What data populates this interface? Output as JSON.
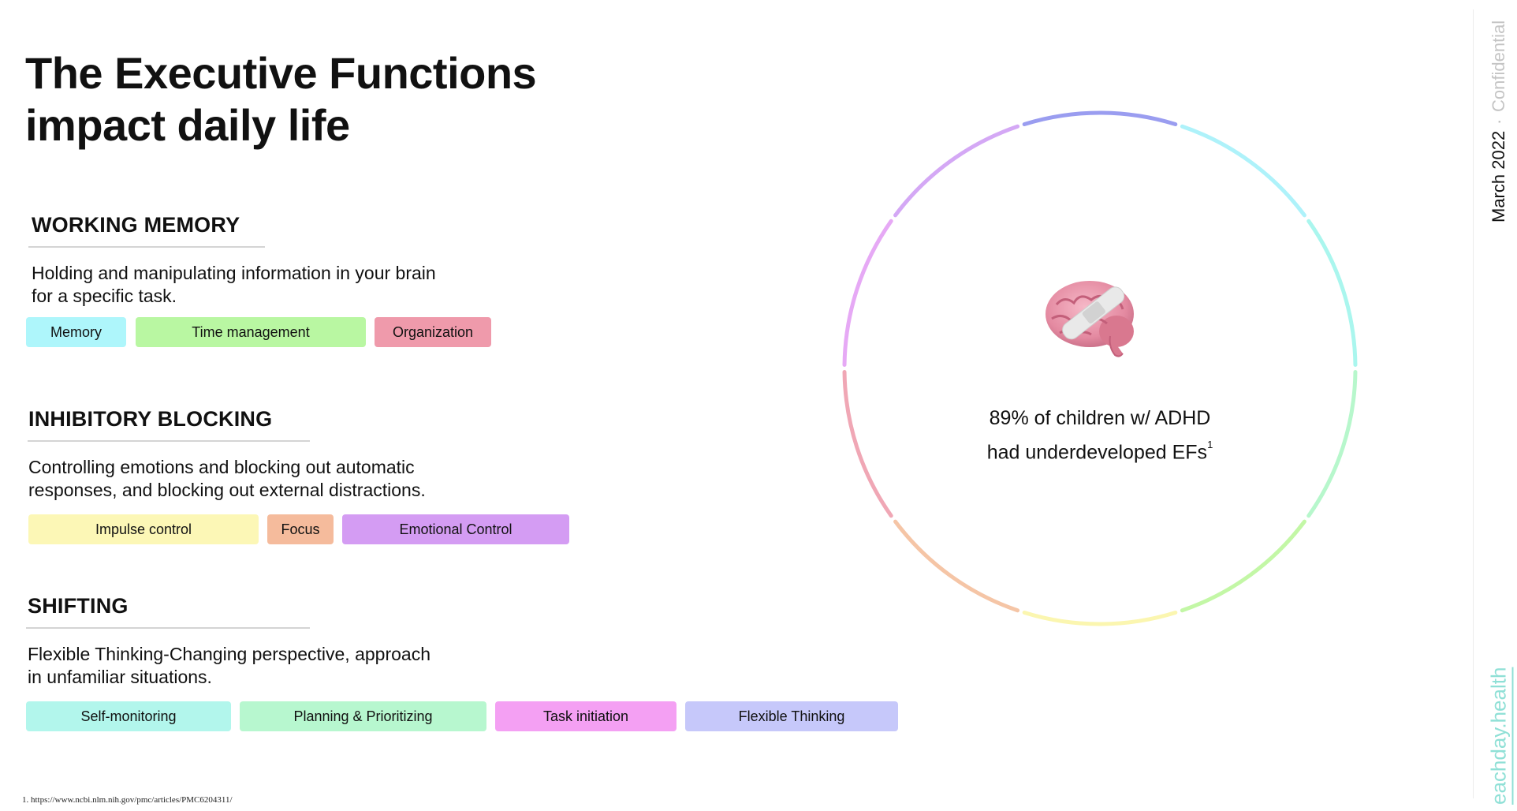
{
  "title": {
    "line1": "The Executive Functions",
    "line2": "impact daily life"
  },
  "sections": {
    "working_memory": {
      "heading": "WORKING MEMORY",
      "desc_line1": "Holding and manipulating information in your brain",
      "desc_line2": "for a specific task.",
      "tags": [
        "Memory",
        "Time management",
        "Organization"
      ]
    },
    "inhibitory_blocking": {
      "heading": "INHIBITORY BLOCKING",
      "desc_line1": "Controlling emotions and blocking out automatic",
      "desc_line2": "responses, and blocking out external distractions.",
      "tags": [
        "Impulse control",
        "Focus",
        "Emotional Control"
      ]
    },
    "shifting": {
      "heading": "SHIFTING",
      "desc_line1": "Flexible Thinking-Changing perspective, approach",
      "desc_line2": "in unfamiliar situations.",
      "tags": [
        "Self-monitoring",
        "Planning & Prioritizing",
        "Task initiation",
        "Flexible Thinking"
      ]
    }
  },
  "tag_colors": {
    "Memory": "#aef6fb",
    "Time management": "#b9f7a2",
    "Organization": "#ef9aab",
    "Impulse control": "#fcf7b6",
    "Focus": "#f5bb9c",
    "Emotional Control": "#d49cf3",
    "Self-monitoring": "#b2f6ec",
    "Planning & Prioritizing": "#b7f7cf",
    "Task initiation": "#f4a0f3",
    "Flexible Thinking": "#c6c8fa"
  },
  "stat": {
    "line1": "89% of children w/ ADHD",
    "line2": "had underdeveloped EFs",
    "footnote_mark": "1"
  },
  "ring_colors": [
    "#9a9df0",
    "#aef2fa",
    "#aaf6ee",
    "#b7f7cc",
    "#c3f7a6",
    "#fbf6b0",
    "#f5c5a6",
    "#f0a7b5",
    "#e6a9f5",
    "#d4a8f5"
  ],
  "brain_icon": "brain-with-bandage-icon",
  "sidebar": {
    "date": "March 2022",
    "separator": "·",
    "confidential": "Confidential",
    "brand": "eachday.health"
  },
  "footnote": "1. https://www.ncbi.nlm.nih.gov/pmc/articles/PMC6204311/"
}
